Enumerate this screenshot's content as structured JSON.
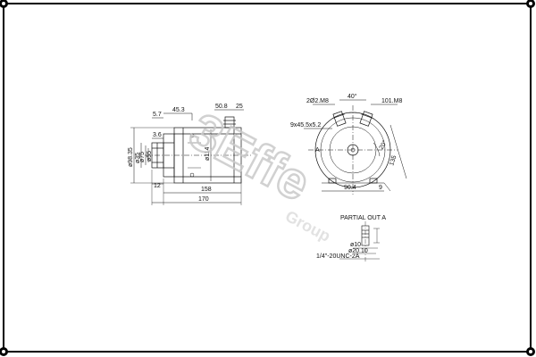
{
  "side_view": {
    "dims": {
      "d_5_7": "5.7",
      "d_45_3": "45.3",
      "d_50_8": "50.8",
      "d_25": "25",
      "d_3_6": "3.6",
      "d_98_35": "ø98.35",
      "d_35": "ø35",
      "d_r1": "ø75",
      "d_r2": "ø55",
      "d_114": "ø114",
      "d_12": "12",
      "d_158": "158",
      "d_170": "170"
    }
  },
  "end_view": {
    "dims": {
      "angle_40": "40°",
      "stud_left": "2Ø2.M8",
      "stud_right": "101.M8",
      "slot": "9x45.5x5.2",
      "label_a": "A",
      "angle_20": "20°",
      "d_135": "135",
      "d_90_4": "90.4",
      "d_9": "9"
    }
  },
  "detail": {
    "title": "PARTIAL OUT A",
    "d_phi10": "ø10",
    "d_phi2010": "ø20.10",
    "thread": "1/4\"-20UNC-2A"
  },
  "watermark": {
    "main": "3Effe",
    "sub": "Group"
  }
}
